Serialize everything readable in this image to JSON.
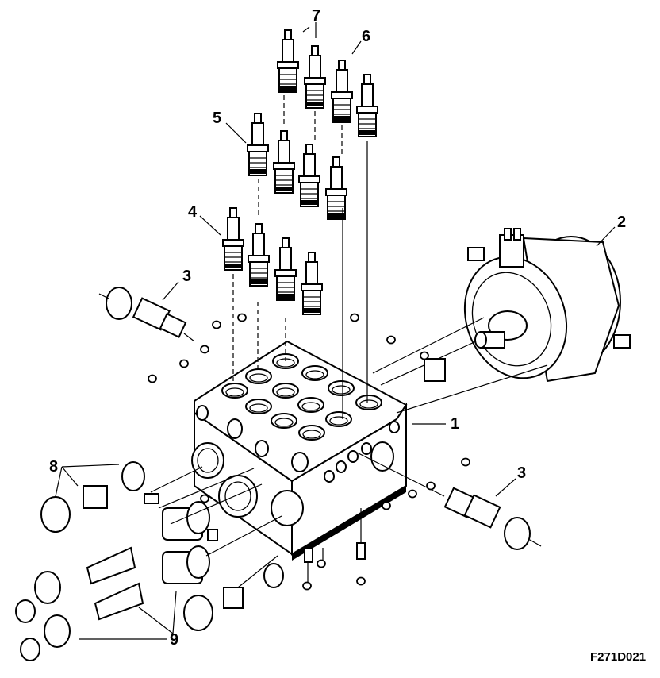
{
  "figure_id": "F271D021",
  "callouts": {
    "c1": "1",
    "c2": "2",
    "c3a": "3",
    "c3b": "3",
    "c4": "4",
    "c5": "5",
    "c6": "6",
    "c7": "7",
    "c8": "8",
    "c9": "9"
  }
}
